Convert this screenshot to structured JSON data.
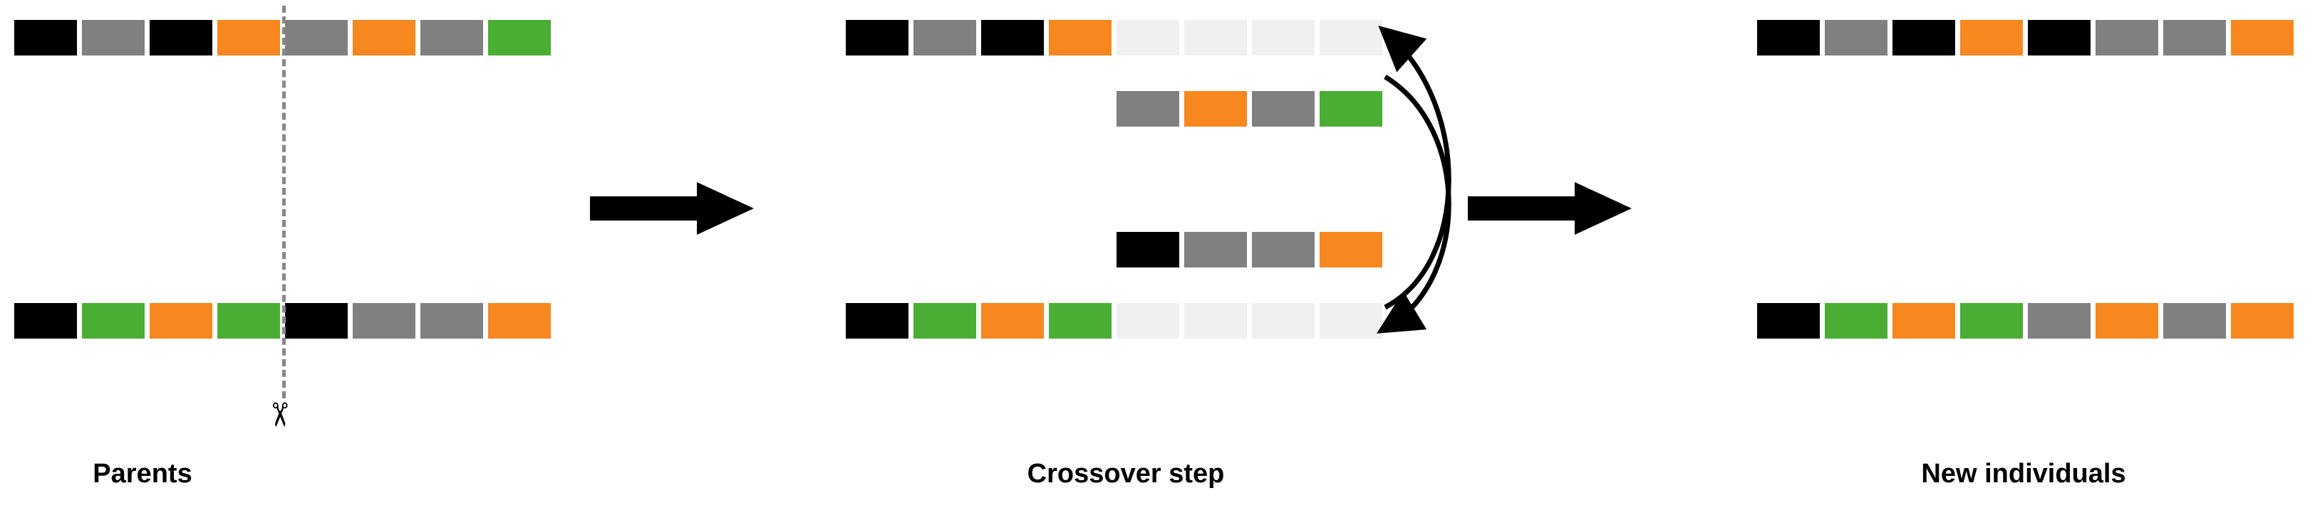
{
  "diagram": {
    "title": "Genetic algorithm crossover operation",
    "palette": {
      "black": "#000000",
      "gray": "#808080",
      "orange": "#f7871f",
      "green": "#4aae34",
      "empty": "#f0f0f0",
      "cut_line": "#888888",
      "arrow": "#000000",
      "background": "#ffffff"
    },
    "gene_count": 8,
    "crossover_point": 4,
    "panels": [
      {
        "id": "parents",
        "caption": "Parents",
        "cut_line_visible": true,
        "scissors_icon": "scissors-icon",
        "rows": [
          {
            "id": "parent-1",
            "genes": [
              "black",
              "gray",
              "black",
              "orange",
              "gray",
              "orange",
              "gray",
              "green"
            ]
          },
          {
            "id": "parent-2",
            "genes": [
              "black",
              "green",
              "orange",
              "green",
              "black",
              "gray",
              "gray",
              "orange"
            ]
          }
        ]
      },
      {
        "id": "crossover-step",
        "caption": "Crossover step",
        "cut_line_visible": false,
        "rows": [
          {
            "id": "crossover-row-1",
            "offset": 0,
            "genes": [
              "black",
              "gray",
              "black",
              "orange",
              "empty",
              "empty",
              "empty",
              "empty"
            ]
          },
          {
            "id": "crossover-row-2",
            "offset": 4,
            "genes": [
              "gray",
              "orange",
              "gray",
              "green"
            ]
          },
          {
            "id": "crossover-row-3",
            "offset": 4,
            "genes": [
              "black",
              "gray",
              "gray",
              "orange"
            ]
          },
          {
            "id": "crossover-row-4",
            "offset": 0,
            "genes": [
              "black",
              "green",
              "orange",
              "green",
              "empty",
              "empty",
              "empty",
              "empty"
            ]
          }
        ]
      },
      {
        "id": "new-individuals",
        "caption": "New individuals",
        "cut_line_visible": false,
        "rows": [
          {
            "id": "offspring-1",
            "genes": [
              "black",
              "gray",
              "black",
              "orange",
              "black",
              "gray",
              "gray",
              "orange"
            ]
          },
          {
            "id": "offspring-2",
            "genes": [
              "black",
              "green",
              "orange",
              "green",
              "gray",
              "orange",
              "gray",
              "orange"
            ]
          }
        ]
      }
    ],
    "arrows": [
      {
        "id": "arrow-parents-to-crossover",
        "type": "block-arrow-right"
      },
      {
        "id": "arrow-crossover-to-new",
        "type": "block-arrow-right"
      },
      {
        "id": "swap-arrow-up",
        "type": "curved-arrow-up"
      },
      {
        "id": "swap-arrow-down",
        "type": "curved-arrow-down"
      }
    ]
  }
}
